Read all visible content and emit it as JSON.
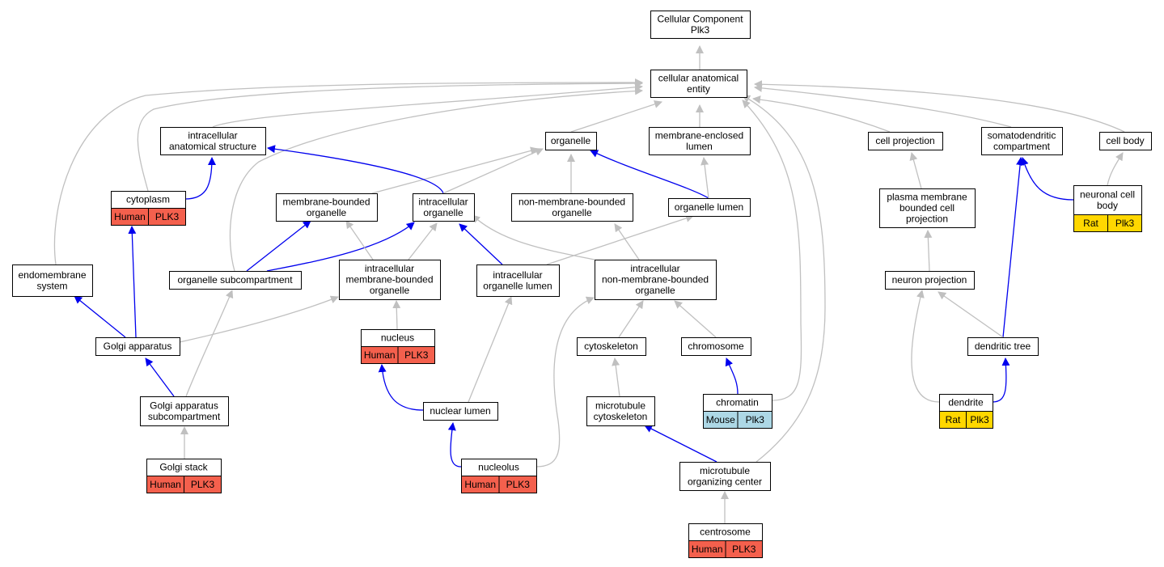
{
  "colors": {
    "gray_edge": "#c0c0c0",
    "blue_edge": "#0000ee",
    "human_badge": "#f4604d",
    "rat_badge": "#ffd700",
    "mouse_badge": "#add8e6"
  },
  "nodes": {
    "cellular_component": {
      "lines": [
        "Cellular Component",
        "Plk3"
      ]
    },
    "cellular_anatomical_entity": {
      "lines": [
        "cellular anatomical",
        "entity"
      ]
    },
    "intracellular_anatomical_structure": {
      "lines": [
        "intracellular",
        "anatomical structure"
      ]
    },
    "organelle": {
      "lines": [
        "organelle"
      ]
    },
    "membrane_enclosed_lumen": {
      "lines": [
        "membrane-enclosed",
        "lumen"
      ]
    },
    "cell_projection": {
      "lines": [
        "cell projection"
      ]
    },
    "somatodendritic_compartment": {
      "lines": [
        "somatodendritic",
        "compartment"
      ]
    },
    "cell_body": {
      "lines": [
        "cell body"
      ]
    },
    "cytoplasm": {
      "lines": [
        "cytoplasm"
      ],
      "badges": [
        "Human",
        "PLK3"
      ]
    },
    "membrane_bounded_organelle": {
      "lines": [
        "membrane-bounded",
        "organelle"
      ]
    },
    "intracellular_organelle": {
      "lines": [
        "intracellular",
        "organelle"
      ]
    },
    "non_membrane_bounded_organelle": {
      "lines": [
        "non-membrane-bounded",
        "organelle"
      ]
    },
    "organelle_lumen": {
      "lines": [
        "organelle lumen"
      ]
    },
    "plasma_membrane_bounded_cell_projection": {
      "lines": [
        "plasma membrane",
        "bounded cell",
        "projection"
      ]
    },
    "neuronal_cell_body": {
      "lines": [
        "neuronal cell",
        "body"
      ],
      "badges": [
        "Rat",
        "Plk3"
      ]
    },
    "endomembrane_system": {
      "lines": [
        "endomembrane",
        "system"
      ]
    },
    "organelle_subcompartment": {
      "lines": [
        "organelle subcompartment"
      ]
    },
    "intracellular_membrane_bounded_organelle": {
      "lines": [
        "intracellular",
        "membrane-bounded",
        "organelle"
      ]
    },
    "intracellular_organelle_lumen": {
      "lines": [
        "intracellular",
        "organelle lumen"
      ]
    },
    "intracellular_non_membrane_bounded_organelle": {
      "lines": [
        "intracellular",
        "non-membrane-bounded",
        "organelle"
      ]
    },
    "neuron_projection": {
      "lines": [
        "neuron projection"
      ]
    },
    "nucleus": {
      "lines": [
        "nucleus"
      ],
      "badges": [
        "Human",
        "PLK3"
      ]
    },
    "golgi_apparatus": {
      "lines": [
        "Golgi apparatus"
      ]
    },
    "cytoskeleton": {
      "lines": [
        "cytoskeleton"
      ]
    },
    "chromosome": {
      "lines": [
        "chromosome"
      ]
    },
    "dendritic_tree": {
      "lines": [
        "dendritic tree"
      ]
    },
    "golgi_apparatus_subcompartment": {
      "lines": [
        "Golgi apparatus",
        "subcompartment"
      ]
    },
    "nuclear_lumen": {
      "lines": [
        "nuclear lumen"
      ]
    },
    "microtubule_cytoskeleton": {
      "lines": [
        "microtubule",
        "cytoskeleton"
      ]
    },
    "chromatin": {
      "lines": [
        "chromatin"
      ],
      "badges": [
        "Mouse",
        "Plk3"
      ]
    },
    "dendrite": {
      "lines": [
        "dendrite"
      ],
      "badges": [
        "Rat",
        "Plk3"
      ]
    },
    "golgi_stack": {
      "lines": [
        "Golgi stack"
      ],
      "badges": [
        "Human",
        "PLK3"
      ]
    },
    "nucleolus": {
      "lines": [
        "nucleolus"
      ],
      "badges": [
        "Human",
        "PLK3"
      ]
    },
    "microtubule_organizing_center": {
      "lines": [
        "microtubule",
        "organizing center"
      ]
    },
    "centrosome": {
      "lines": [
        "centrosome"
      ],
      "badges": [
        "Human",
        "PLK3"
      ]
    }
  }
}
